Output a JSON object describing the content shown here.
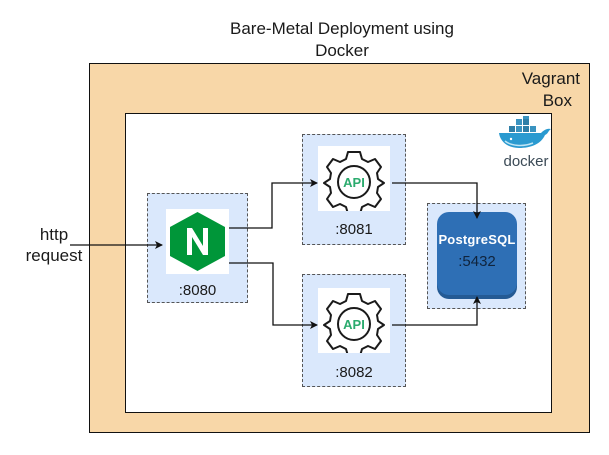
{
  "title": "Bare-Metal Deployment using Docker",
  "title_lines": [
    "Bare-Metal Deployment using",
    "Docker"
  ],
  "vagrant": {
    "label_lines": [
      "Vagrant",
      "Box"
    ]
  },
  "docker": {
    "logo_text": "docker",
    "icon": "docker-whale-icon"
  },
  "client": {
    "label_lines": [
      "http",
      "request"
    ]
  },
  "nodes": {
    "nginx": {
      "icon": "nginx-icon",
      "letter": "N",
      "port": ":8080",
      "color": "#009639"
    },
    "api1": {
      "icon": "api-gear-icon",
      "badge": "API",
      "port": ":8081",
      "color": "#2bab6e"
    },
    "api2": {
      "icon": "api-gear-icon",
      "badge": "API",
      "port": ":8082",
      "color": "#2bab6e"
    },
    "postgres": {
      "label": "PostgreSQL",
      "port": ":5432",
      "color": "#2e6fb5"
    }
  },
  "edges": [
    {
      "from": "client",
      "to": "nginx"
    },
    {
      "from": "nginx",
      "to": "api1"
    },
    {
      "from": "nginx",
      "to": "api2"
    },
    {
      "from": "api1",
      "to": "postgres"
    },
    {
      "from": "api2",
      "to": "postgres"
    }
  ]
}
